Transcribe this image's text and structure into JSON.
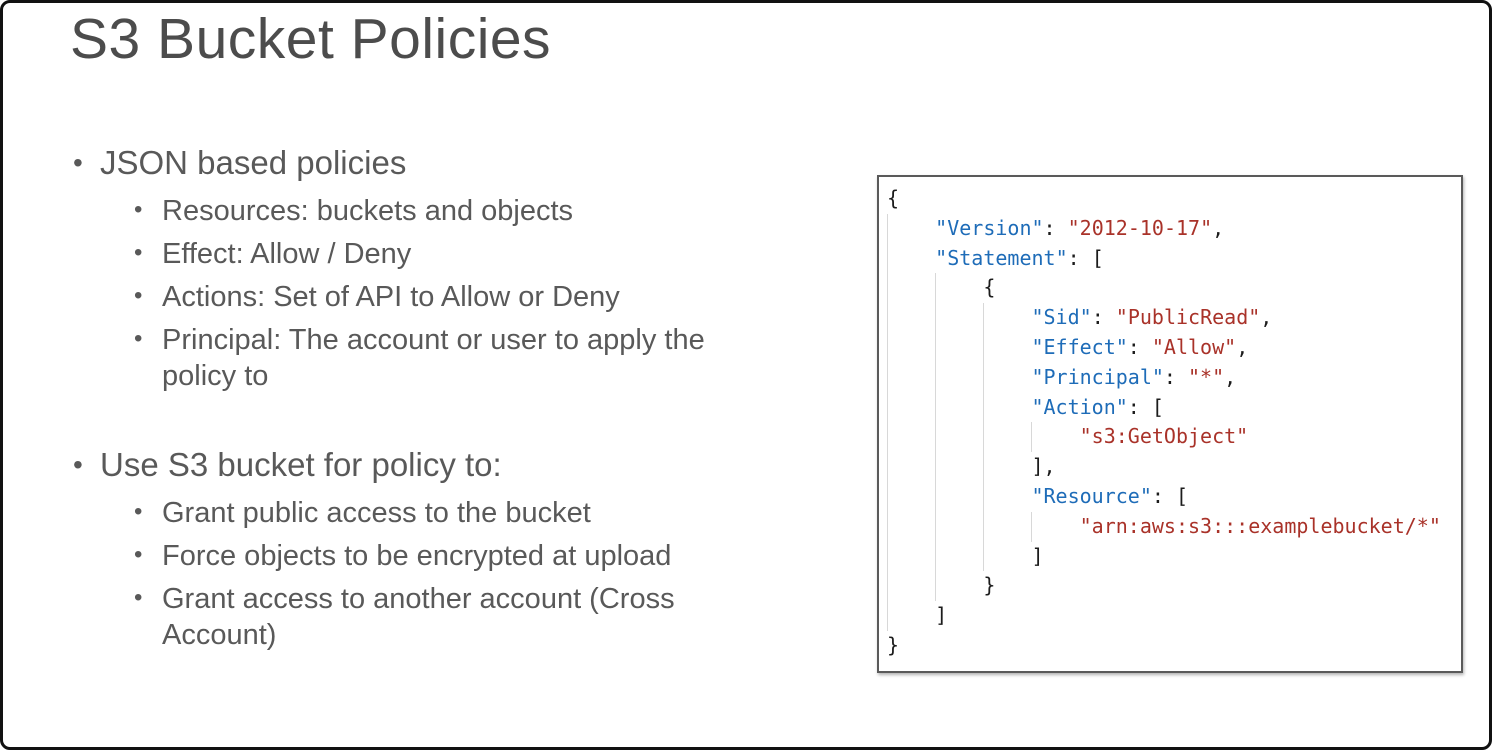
{
  "slide": {
    "title": "S3 Bucket Policies",
    "bullet_glyph": "•",
    "sections": [
      {
        "label": "JSON based policies",
        "children": [
          "Resources: buckets and objects",
          "Effect: Allow / Deny",
          "Actions: Set of API to Allow or Deny",
          "Principal: The account or user to apply the policy to"
        ]
      },
      {
        "label": "Use S3 bucket for policy to:",
        "children": [
          "Grant public access to the bucket",
          "Force objects to be encrypted at upload",
          "Grant access to another account (Cross Account)"
        ]
      }
    ]
  },
  "code_block": {
    "language": "json",
    "lines": [
      {
        "indent": 0,
        "tokens": [
          {
            "t": "p",
            "v": "{"
          }
        ]
      },
      {
        "indent": 1,
        "tokens": [
          {
            "t": "key",
            "v": "\"Version\""
          },
          {
            "t": "p",
            "v": ": "
          },
          {
            "t": "str",
            "v": "\"2012-10-17\""
          },
          {
            "t": "p",
            "v": ","
          }
        ]
      },
      {
        "indent": 1,
        "tokens": [
          {
            "t": "key",
            "v": "\"Statement\""
          },
          {
            "t": "p",
            "v": ": ["
          }
        ]
      },
      {
        "indent": 2,
        "tokens": [
          {
            "t": "p",
            "v": "{"
          }
        ]
      },
      {
        "indent": 3,
        "tokens": [
          {
            "t": "key",
            "v": "\"Sid\""
          },
          {
            "t": "p",
            "v": ": "
          },
          {
            "t": "str",
            "v": "\"PublicRead\""
          },
          {
            "t": "p",
            "v": ","
          }
        ]
      },
      {
        "indent": 3,
        "tokens": [
          {
            "t": "key",
            "v": "\"Effect\""
          },
          {
            "t": "p",
            "v": ": "
          },
          {
            "t": "str",
            "v": "\"Allow\""
          },
          {
            "t": "p",
            "v": ","
          }
        ]
      },
      {
        "indent": 3,
        "tokens": [
          {
            "t": "key",
            "v": "\"Principal\""
          },
          {
            "t": "p",
            "v": ": "
          },
          {
            "t": "str",
            "v": "\"*\""
          },
          {
            "t": "p",
            "v": ","
          }
        ]
      },
      {
        "indent": 3,
        "tokens": [
          {
            "t": "key",
            "v": "\"Action\""
          },
          {
            "t": "p",
            "v": ": ["
          }
        ]
      },
      {
        "indent": 4,
        "tokens": [
          {
            "t": "str",
            "v": "\"s3:GetObject\""
          }
        ]
      },
      {
        "indent": 3,
        "tokens": [
          {
            "t": "p",
            "v": "],"
          }
        ]
      },
      {
        "indent": 3,
        "tokens": [
          {
            "t": "key",
            "v": "\"Resource\""
          },
          {
            "t": "p",
            "v": ": ["
          }
        ]
      },
      {
        "indent": 4,
        "tokens": [
          {
            "t": "str",
            "v": "\"arn:aws:s3:::examplebucket/*\""
          }
        ]
      },
      {
        "indent": 3,
        "tokens": [
          {
            "t": "p",
            "v": "]"
          }
        ]
      },
      {
        "indent": 2,
        "tokens": [
          {
            "t": "p",
            "v": "}"
          }
        ]
      },
      {
        "indent": 1,
        "tokens": [
          {
            "t": "p",
            "v": "]"
          }
        ]
      },
      {
        "indent": 0,
        "tokens": [
          {
            "t": "p",
            "v": "}"
          }
        ]
      }
    ]
  },
  "colors": {
    "title": "#4c4c4c",
    "body_text": "#595959",
    "json_key": "#1e6cb8",
    "json_string": "#a93229",
    "json_punct": "#1c1c1c",
    "indent_guide": "#d8d8d8",
    "code_border": "#5a5a5a",
    "frame_border": "#111111"
  }
}
